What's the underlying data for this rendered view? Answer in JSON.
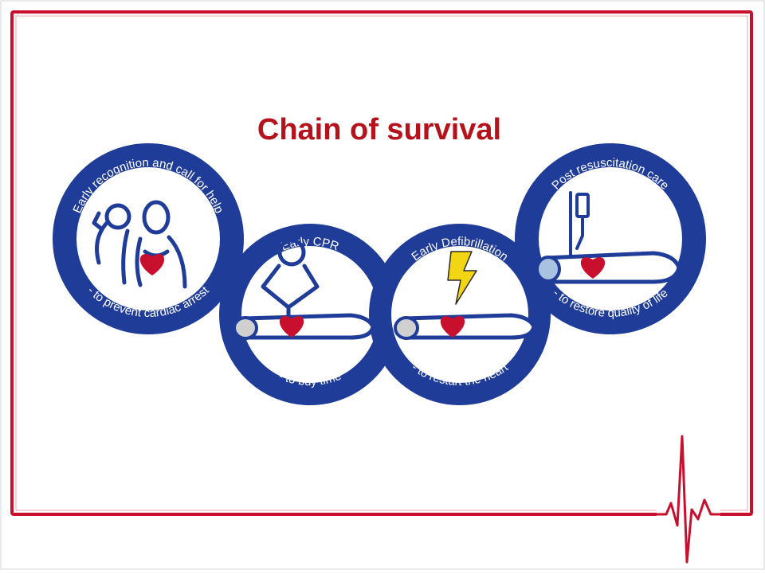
{
  "title": "Chain of survival",
  "links": [
    {
      "top": "Early recognition and call for help",
      "bottom": "- to prevent cardiac arrest"
    },
    {
      "top": "Early CPR",
      "bottom": "- to buy time"
    },
    {
      "top": "Early Defibrillation",
      "bottom": "- to restart the heart"
    },
    {
      "top": "Post resuscitation care",
      "bottom": "- to restore quality of life"
    }
  ],
  "colors": {
    "frame": "#c8102e",
    "chain": "#1f3c99",
    "heart": "#c8102e",
    "bolt": "#f2d513",
    "title": "#b5121b"
  }
}
